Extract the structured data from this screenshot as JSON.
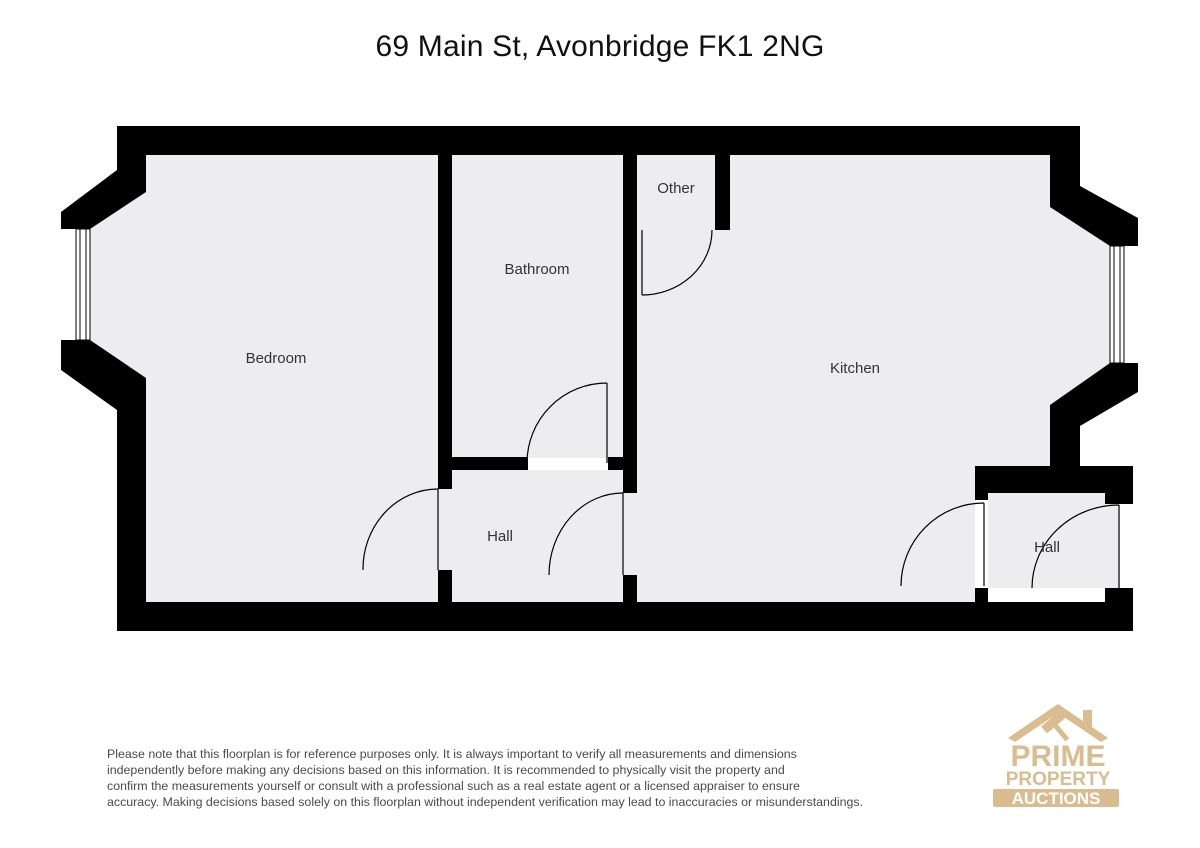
{
  "title": "69 Main St, Avonbridge FK1 2NG",
  "rooms": {
    "bedroom": "Bedroom",
    "bathroom": "Bathroom",
    "other": "Other",
    "kitchen": "Kitchen",
    "hall_1": "Hall",
    "hall_2": "Hall"
  },
  "disclaimer": {
    "lines": [
      "Please note that this floorplan is for reference purposes only. It is always important to verify all measurements and dimensions",
      "independently before making any decisions based on this information. It is recommended to physically visit the property and",
      "confirm the measurements yourself or consult with a professional such as a real estate agent or a licensed appraiser to ensure",
      "accuracy. Making decisions based solely on this floorplan without independent verification may lead to inaccuracies or misunderstandings."
    ]
  },
  "logo": {
    "line1": "PRIME",
    "line2": "PROPERTY",
    "line3": "AUCTIONS",
    "color": "#d9bc8f"
  },
  "colors": {
    "wall": "#000000",
    "floor": "#ededef",
    "door_line": "#000000"
  }
}
